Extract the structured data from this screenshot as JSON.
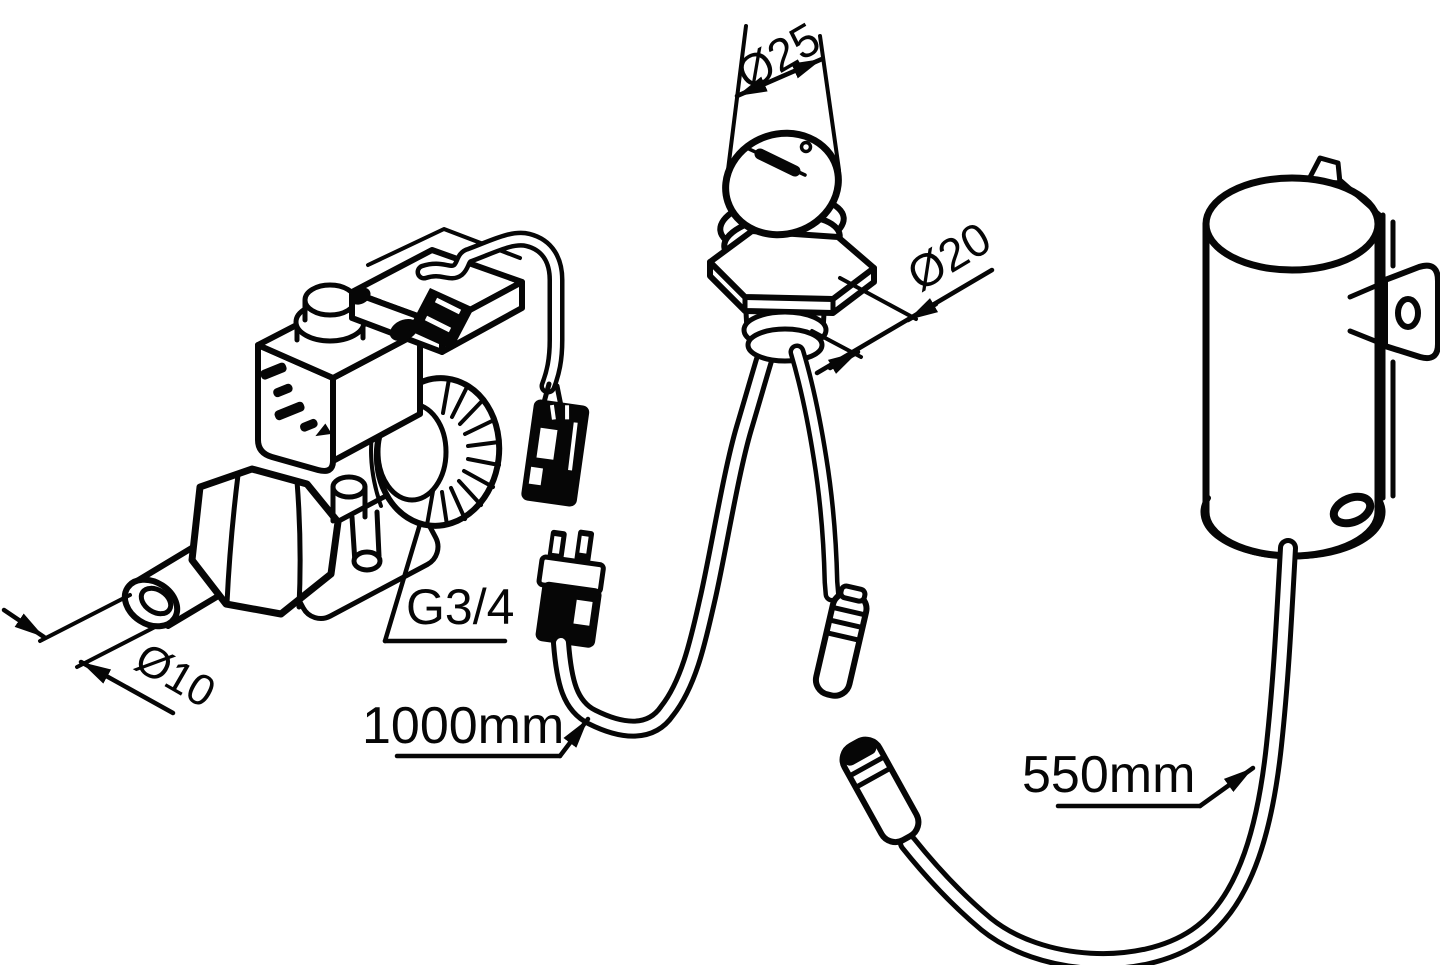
{
  "diagram": {
    "background": "#ffffff",
    "ink": "#060606",
    "labels": {
      "cap_diameter": "Ø25",
      "body_diameter": "Ø20",
      "pipe_diameter": "Ø10",
      "thread_size": "G3/4",
      "valve_cable_length": "1000mm",
      "control_cable_length": "550mm"
    }
  }
}
